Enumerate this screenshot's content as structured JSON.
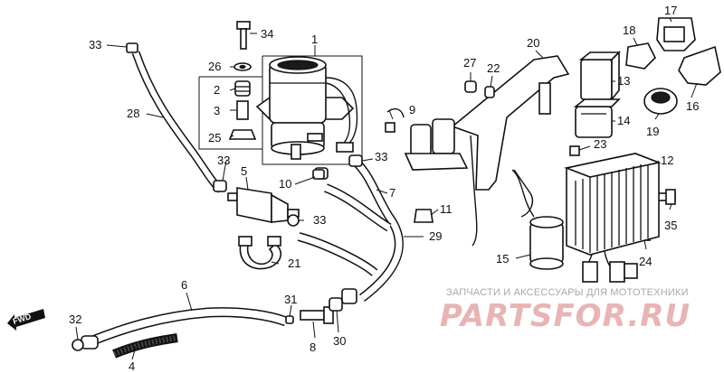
{
  "diagram": {
    "callouts": [
      "1",
      "2",
      "3",
      "4",
      "5",
      "6",
      "7",
      "8",
      "9",
      "10",
      "11",
      "12",
      "13",
      "14",
      "15",
      "16",
      "17",
      "18",
      "19",
      "20",
      "21",
      "22",
      "23",
      "24",
      "25",
      "26",
      "27",
      "28",
      "29",
      "30",
      "31",
      "32",
      "33",
      "34",
      "35"
    ],
    "fwd_label": "FWD"
  },
  "watermark": {
    "caption": "ЗАПЧАСТИ И АКСЕССУАРЫ ДЛЯ МОТОТЕХНИКИ",
    "logo": "PARTSFOR.RU"
  }
}
